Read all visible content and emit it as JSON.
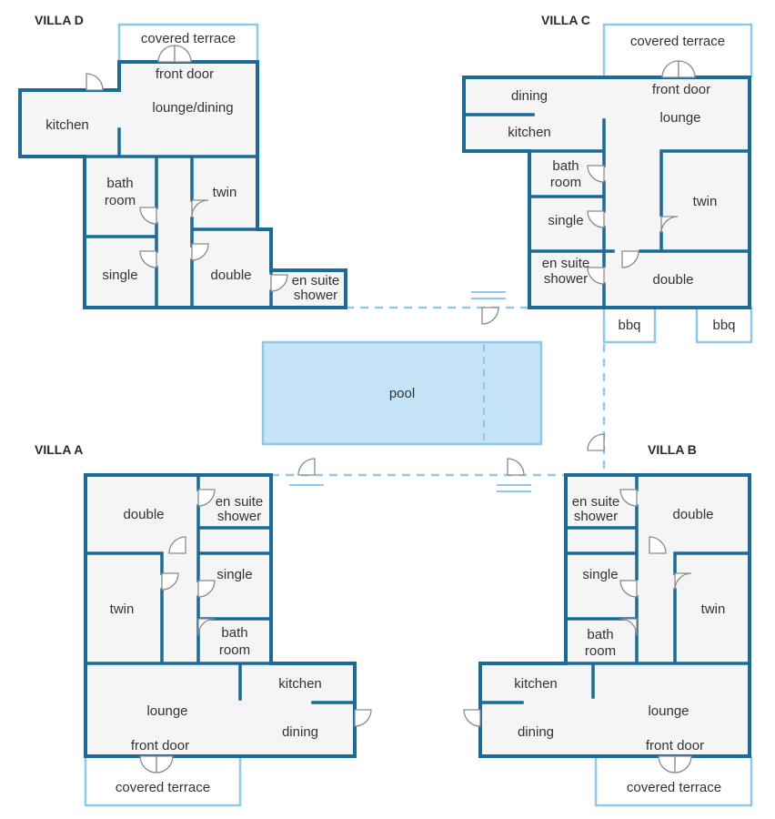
{
  "villas": {
    "d": {
      "title": "VILLA D",
      "covered_terrace": "covered terrace",
      "front_door": "front door",
      "lounge_dining": "lounge/dining",
      "kitchen": "kitchen",
      "bath_1": "bath",
      "bath_2": "room",
      "twin": "twin",
      "single": "single",
      "double": "double",
      "ensuite_1": "en suite",
      "ensuite_2": "shower"
    },
    "c": {
      "title": "VILLA C",
      "covered_terrace": "covered terrace",
      "front_door": "front door",
      "dining": "dining",
      "lounge": "lounge",
      "kitchen": "kitchen",
      "bath_1": "bath",
      "bath_2": "room",
      "twin": "twin",
      "single": "single",
      "ensuite_1": "en suite",
      "ensuite_2": "shower",
      "double": "double",
      "bbq_1": "bbq",
      "bbq_2": "bbq"
    },
    "a": {
      "title": "VILLA A",
      "double": "double",
      "ensuite_1": "en suite",
      "ensuite_2": "shower",
      "single": "single",
      "twin": "twin",
      "bath_1": "bath",
      "bath_2": "room",
      "kitchen": "kitchen",
      "lounge": "lounge",
      "dining": "dining",
      "front_door": "front door",
      "covered_terrace": "covered terrace"
    },
    "b": {
      "title": "VILLA B",
      "ensuite_1": "en suite",
      "ensuite_2": "shower",
      "double": "double",
      "single": "single",
      "twin": "twin",
      "bath_1": "bath",
      "bath_2": "room",
      "kitchen": "kitchen",
      "lounge": "lounge",
      "dining": "dining",
      "front_door": "front door",
      "covered_terrace": "covered terrace"
    }
  },
  "pool": {
    "label": "pool"
  },
  "colors": {
    "wall": "#1a6a9a",
    "terrace": "#8ec9ea",
    "pool_fill": "#c5e3f7",
    "room_fill": "#f5f5f5"
  }
}
